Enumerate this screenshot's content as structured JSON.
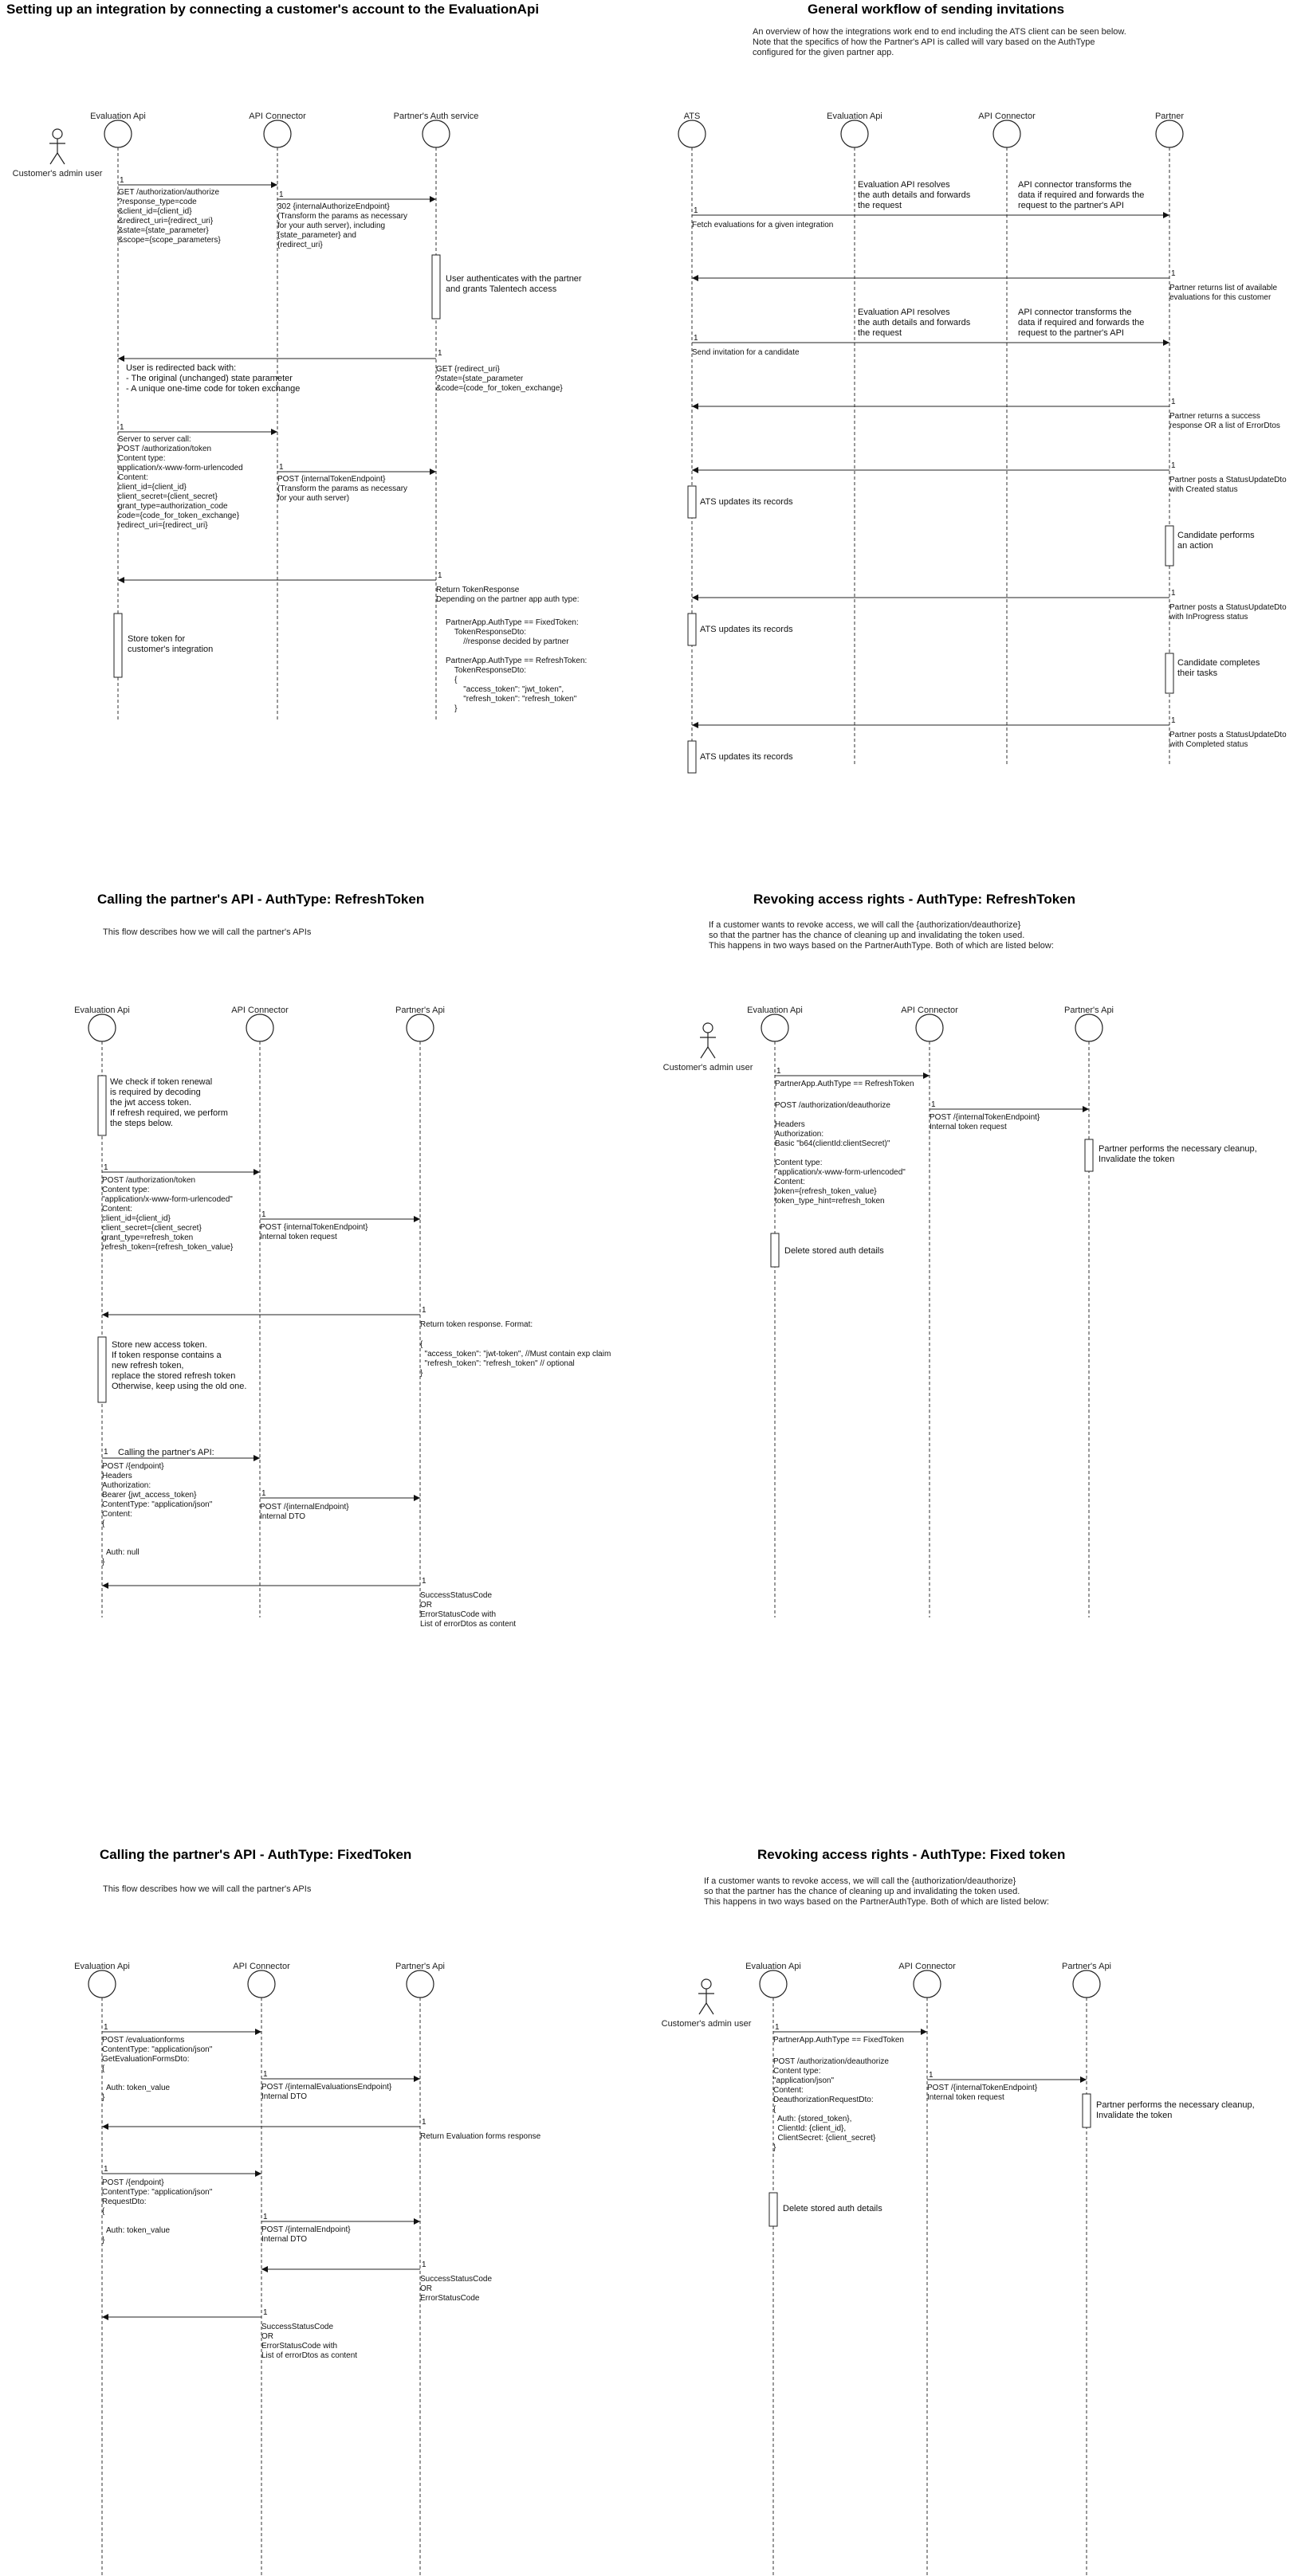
{
  "sections": [
    {
      "id": "setup",
      "title": "Setting up an integration by connecting a customer's account to the EvaluationApi",
      "description": "",
      "actors": [
        "Customer's admin user",
        "Evaluation Api",
        "API Connector",
        "Partner's Auth service"
      ],
      "messages": [
        {
          "seq": "1",
          "text": "GET /authorization/authorize\n?response_type=code\n&client_id={client_id}\n&redirect_uri={redirect_uri}\n&state={state_parameter}\n&scope={scope_parameters}"
        },
        {
          "seq": "1",
          "text": "302 {internalAuthorizeEndpoint}\n(Transform the params as necessary\nfor your auth server), including\n{state_parameter} and\n{redirect_uri}"
        },
        {
          "seq": "",
          "text": "User authenticates with the partner\nand grants Talentech access"
        },
        {
          "seq": "1",
          "text": "GET {redirect_uri}\n?state={state_parameter\n&code={code_for_token_exchange}"
        },
        {
          "seq": "",
          "text": "User is redirected back with:\n- The original (unchanged) state parameter\n- A unique one-time code for token exchange"
        },
        {
          "seq": "1",
          "text": "Server to server call:\nPOST /authorization/token\nContent type:\napplication/x-www-form-urlencoded\nContent:\nclient_id={client_id}\nclient_secret={client_secret}\ngrant_type=authorization_code\ncode={code_for_token_exchange}\nredirect_uri={redirect_uri}"
        },
        {
          "seq": "1",
          "text": "POST {internalTokenEndpoint}\n(Transform the params as necessary\nfor your auth server)"
        },
        {
          "seq": "1",
          "text": "Return TokenResponse\nDepending on the partner app auth type:"
        },
        {
          "seq": "",
          "text": "PartnerApp.AuthType == FixedToken:\n    TokenResponseDto:\n        //response decided by partner\n\nPartnerApp.AuthType == RefreshToken:\n    TokenResponseDto:\n    {\n        \"access_token\": \"jwt_token\",\n        \"refresh_token\": \"refresh_token\"\n    }"
        },
        {
          "seq": "",
          "text": "Store token for\ncustomer's integration"
        }
      ]
    },
    {
      "id": "invitations",
      "title": "General workflow of sending invitations",
      "description": "An overview of how the integrations work end to end including the ATS client can be seen below.\nNote that the specifics of how the Partner's API is called will vary based on the AuthType\nconfigured for the given partner app.",
      "actors": [
        "ATS",
        "Evaluation Api",
        "API Connector",
        "Partner"
      ],
      "messages": [
        {
          "seq": "",
          "text": "Evaluation API resolves\nthe auth details and forwards\nthe request"
        },
        {
          "seq": "",
          "text": "API connector transforms the\ndata if required and forwards the\nrequest to the partner's API"
        },
        {
          "seq": "1",
          "text": "Fetch evaluations for a given integration"
        },
        {
          "seq": "1",
          "text": "Partner returns list of available\nevaluations for this customer"
        },
        {
          "seq": "",
          "text": "Evaluation API resolves\nthe auth details and forwards\nthe request"
        },
        {
          "seq": "",
          "text": "API connector transforms the\ndata if required and forwards the\nrequest to the partner's API"
        },
        {
          "seq": "1",
          "text": "Send invitation for a candidate"
        },
        {
          "seq": "1",
          "text": "Partner returns a success\nresponse OR a list of ErrorDtos"
        },
        {
          "seq": "1",
          "text": "Partner posts a StatusUpdateDto\nwith Created status"
        },
        {
          "seq": "",
          "text": "ATS updates its records"
        },
        {
          "seq": "",
          "text": "Candidate performs\nan action"
        },
        {
          "seq": "1",
          "text": "Partner posts a StatusUpdateDto\nwith InProgress status"
        },
        {
          "seq": "",
          "text": "ATS updates its records"
        },
        {
          "seq": "",
          "text": "Candidate completes\ntheir tasks"
        },
        {
          "seq": "1",
          "text": "Partner posts a StatusUpdateDto\nwith Completed status"
        },
        {
          "seq": "",
          "text": "ATS updates its records"
        }
      ]
    },
    {
      "id": "call-refresh",
      "title": "Calling the partner's API - AuthType: RefreshToken",
      "description": "This flow describes how we will call the partner's APIs",
      "actors": [
        "Evaluation Api",
        "API Connector",
        "Partner's Api"
      ],
      "messages": [
        {
          "seq": "",
          "text": "We check if token renewal\nis required by decoding\nthe jwt access token.\nIf refresh required, we perform\nthe steps below."
        },
        {
          "seq": "1",
          "text": "POST /authorization/token\nContent type:\n\"application/x-www-form-urlencoded\"\nContent:\nclient_id={client_id}\nclient_secret={client_secret}\ngrant_type=refresh_token\nrefresh_token={refresh_token_value}"
        },
        {
          "seq": "1",
          "text": "POST {internalTokenEndpoint}\nInternal token request"
        },
        {
          "seq": "1",
          "text": "Return token response. Format:"
        },
        {
          "seq": "",
          "text": "{\n  \"access_token\": \"jwt-token\", //Must contain exp claim\n  \"refresh_token\": \"refresh_token\" // optional\n}"
        },
        {
          "seq": "",
          "text": "Store new access token.\nIf token response contains a\nnew refresh token,\nreplace the stored refresh token\nOtherwise, keep using the old one."
        },
        {
          "seq": "1",
          "text": "Calling the partner's API:"
        },
        {
          "seq": "",
          "text": "POST /{endpoint}\nHeaders\nAuthorization:\nBearer {jwt_access_token}\nContentType: \"application/json\"\nContent:\n{\n\n\n  Auth: null\n}"
        },
        {
          "seq": "1",
          "text": "POST /{internalEndpoint}\nInternal DTO"
        },
        {
          "seq": "1",
          "text": "SuccessStatusCode\nOR\nErrorStatusCode with\nList of errorDtos as content"
        }
      ]
    },
    {
      "id": "revoke-refresh",
      "title": "Revoking access rights - AuthType: RefreshToken",
      "description": "If a customer wants to revoke access, we will call the {authorization/deauthorize}\nso that the partner has the chance of cleaning up and invalidating the token used.\nThis happens in two ways based on the PartnerAuthType. Both of which are listed below:",
      "actors": [
        "Customer's admin user",
        "Evaluation Api",
        "API Connector",
        "Partner's Api"
      ],
      "messages": [
        {
          "seq": "1",
          "text": "PartnerApp.AuthType == RefreshToken"
        },
        {
          "seq": "",
          "text": "POST /authorization/deauthorize\n\nHeaders\nAuthorization:\nBasic \"b64(clientId:clientSecret)\"\n\nContent type:\n\"application/x-www-form-urlencoded\"\nContent:\ntoken={refresh_token_value}\ntoken_type_hint=refresh_token"
        },
        {
          "seq": "1",
          "text": "POST /{internalTokenEndpoint}\nInternal token request"
        },
        {
          "seq": "",
          "text": "Partner performs the necessary cleanup,\nInvalidate the token"
        },
        {
          "seq": "",
          "text": "Delete stored auth details"
        }
      ]
    },
    {
      "id": "call-fixed",
      "title": "Calling the partner's API - AuthType: FixedToken",
      "description": "This flow describes how we will call the partner's APIs",
      "actors": [
        "Evaluation Api",
        "API Connector",
        "Partner's Api"
      ],
      "messages": [
        {
          "seq": "1",
          "text": "POST /evaluationforms\nContentType: \"application/json\"\nGetEvaluationFormsDto:\n{\n\n  Auth: token_value\n}"
        },
        {
          "seq": "1",
          "text": "POST /{internalEvaluationsEndpoint}\nInternal DTO"
        },
        {
          "seq": "1",
          "text": "Return Evaluation forms response"
        },
        {
          "seq": "1",
          "text": "POST /{endpoint}\nContentType: \"application/json\"\nRequestDto:\n{\n\n  Auth: token_value\n}"
        },
        {
          "seq": "1",
          "text": "POST /{internalEndpoint}\nInternal DTO"
        },
        {
          "seq": "1",
          "text": "SuccessStatusCode\nOR\nErrorStatusCode"
        },
        {
          "seq": "1",
          "text": "SuccessStatusCode\nOR\nErrorStatusCode with\nList of errorDtos as content"
        }
      ]
    },
    {
      "id": "revoke-fixed",
      "title": "Revoking access rights - AuthType: Fixed token",
      "description": "If a customer wants to revoke access, we will call the {authorization/deauthorize}\nso that the partner has the chance of cleaning up and invalidating the token used.\nThis happens in two ways based on the PartnerAuthType. Both of which are listed below:",
      "actors": [
        "Customer's admin user",
        "Evaluation Api",
        "API Connector",
        "Partner's Api"
      ],
      "messages": [
        {
          "seq": "1",
          "text": "PartnerApp.AuthType == FixedToken"
        },
        {
          "seq": "",
          "text": "POST /authorization/deauthorize\nContent type:\n\"application/json\"\nContent:\nDeauthorizationRequestDto:\n{\n  Auth: {stored_token},\n  ClientId: {client_id},\n  ClientSecret: {client_secret}\n}"
        },
        {
          "seq": "1",
          "text": "POST /{internalTokenEndpoint}\nInternal token request"
        },
        {
          "seq": "",
          "text": "Partner performs the necessary cleanup,\nInvalidate the token"
        },
        {
          "seq": "",
          "text": "Delete stored auth details"
        }
      ]
    }
  ]
}
